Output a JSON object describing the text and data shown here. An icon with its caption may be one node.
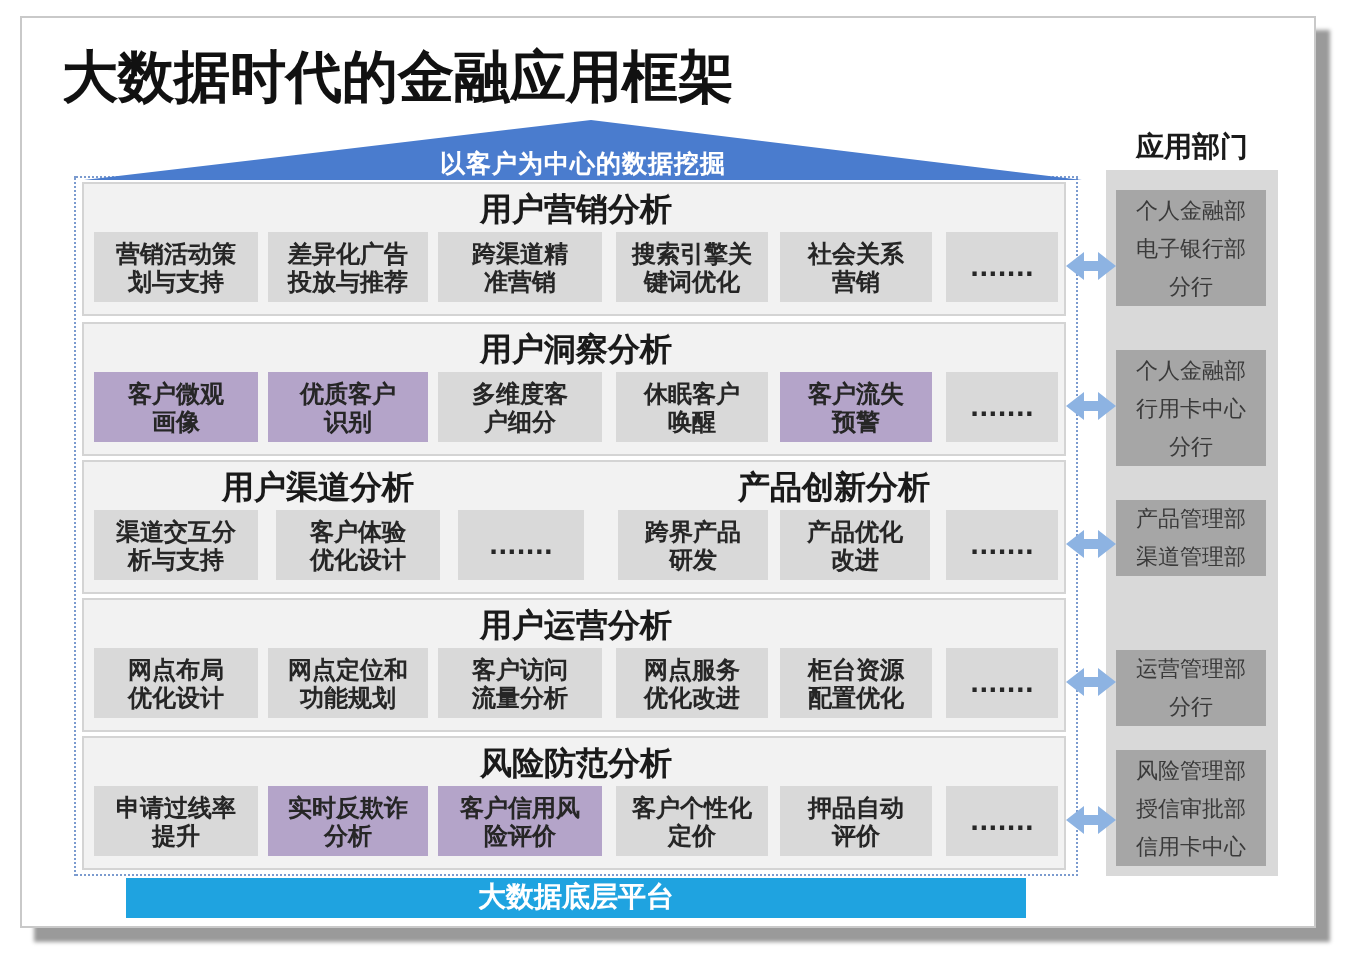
{
  "diagram": {
    "title": "大数据时代的金融应用框架",
    "nodes": [
      {
        "text": [
          "以客户为中心的数据挖掘"
        ]
      },
      {
        "text": [
          "用户营销分析"
        ]
      },
      {
        "text": [
          "营销活动策划与支持"
        ],
        "in": 1
      },
      {
        "text": [
          "差异化广告投放与推荐"
        ],
        "in": 1
      },
      {
        "text": [
          "跨渠道精准营销"
        ],
        "in": 1
      },
      {
        "text": [
          "搜索引擎关键词优化"
        ],
        "in": 1
      },
      {
        "text": [
          "社会关系营销"
        ],
        "in": 1
      },
      {
        "text": [
          "......."
        ],
        "in": 1
      },
      {
        "text": [
          "用户洞察分析"
        ]
      },
      {
        "text": [
          "客户微观画像"
        ],
        "in": 8
      },
      {
        "text": [
          "优质客户识别"
        ],
        "in": 8
      },
      {
        "text": [
          "多维度客户细分"
        ],
        "in": 8
      },
      {
        "text": [
          "休眠客户唤醒"
        ],
        "in": 8
      },
      {
        "text": [
          "客户流失预警"
        ],
        "in": 8
      },
      {
        "text": [
          "......."
        ],
        "in": 8
      },
      {
        "text": [
          "用户渠道分析",
          "产品创新分析"
        ]
      },
      {
        "text": [
          "渠道交互分析与支持"
        ],
        "in": 15
      },
      {
        "text": [
          "客户体验优化设计"
        ],
        "in": 15
      },
      {
        "text": [
          "......."
        ],
        "in": 15
      },
      {
        "text": [
          "跨界产品研发"
        ],
        "in": 15
      },
      {
        "text": [
          "产品优化改进"
        ],
        "in": 15
      },
      {
        "text": [
          "......."
        ],
        "in": 15
      },
      {
        "text": [
          "用户运营分析"
        ]
      },
      {
        "text": [
          "网点布局优化设计"
        ],
        "in": 22
      },
      {
        "text": [
          "网点定位和功能规划"
        ],
        "in": 22
      },
      {
        "text": [
          "客户访问流量分析"
        ],
        "in": 22
      },
      {
        "text": [
          "网点服务优化改进"
        ],
        "in": 22
      },
      {
        "text": [
          "柜台资源配置优化"
        ],
        "in": 22
      },
      {
        "text": [
          "......."
        ],
        "in": 22
      },
      {
        "text": [
          "风险防范分析"
        ]
      },
      {
        "text": [
          "申请过线率提升"
        ],
        "in": 29
      },
      {
        "text": [
          "实时反欺诈分析"
        ],
        "in": 29
      },
      {
        "text": [
          "客户信用风险评价"
        ],
        "in": 29
      },
      {
        "text": [
          "客户个性化定价"
        ],
        "in": 29
      },
      {
        "text": [
          "押品自动评价"
        ],
        "in": 29
      },
      {
        "text": [
          "......."
        ],
        "in": 29
      },
      {
        "text": [
          "大数据底层平台"
        ]
      },
      {
        "text": [
          "应用部门"
        ]
      },
      {
        "text": [
          "个人金融部",
          "电子银行部",
          "分行"
        ],
        "in": 37
      },
      {
        "text": [
          "个人金融部",
          "行用卡中心",
          "分行"
        ],
        "in": 37
      },
      {
        "text": [
          "产品管理部",
          "渠道管理部"
        ],
        "in": 37
      },
      {
        "text": [
          "运营管理部",
          "分行"
        ],
        "in": 37
      },
      {
        "text": [
          "风险管理部",
          "授信审批部",
          "信用卡中心"
        ],
        "in": 37
      }
    ],
    "edges": [
      {
        "from": 1,
        "to": 38,
        "arrow": "both"
      },
      {
        "from": 8,
        "to": 39,
        "arrow": "both"
      },
      {
        "from": 15,
        "to": 40,
        "arrow": "both"
      },
      {
        "from": 22,
        "to": 41,
        "arrow": "both"
      },
      {
        "from": 29,
        "to": 42,
        "arrow": "both"
      }
    ]
  }
}
